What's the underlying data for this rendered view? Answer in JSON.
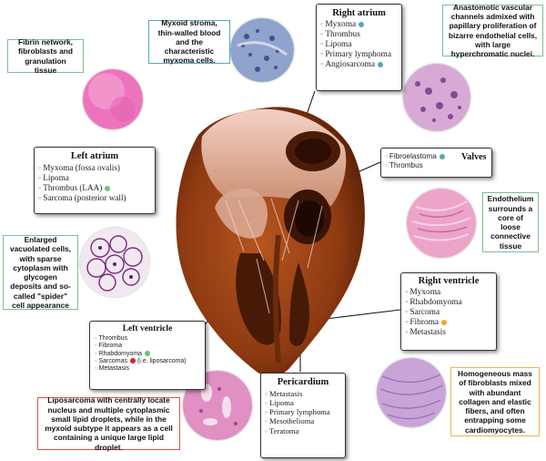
{
  "notes": {
    "fibrin": "Fibrin network, fibroblasts and granulation tissue",
    "myxoid": "Myxoid stroma, thin-walled blood and the characteristic myxoma cells.",
    "anastomotic": "Anastomotic vascular channels admixed with papillary proliferation of bizarre endothelial cells, with large hyperchromatic nuclei.",
    "endothelium": "Endothelium surrounds a core of loose connective tissue",
    "vacuolated": "Enlarged vacuolated cells, with sparse cytoplasm with glycogen deposits and so-called \"spider\" cell appearance",
    "liposarcoma": "Liposarcoma with centrally locate nucleus and multiple cytoplasmic small lipid droplets, while in the myxoid subtype it appears as a cell containing a unique large lipid droplet.",
    "fibroblasts": "Homogeneous mass of fibroblasts mixed with abundant collagen and elastic fibers, and often entrapping some cardiomyocytes."
  },
  "right_atrium": {
    "title": "Right atrium",
    "items": [
      "Myxoma",
      "Thrombus",
      "Lipoma",
      "Primary lymphoma",
      "Angiosarcoma"
    ]
  },
  "left_atrium": {
    "title": "Left atrium",
    "items": [
      "Myxoma (fossa ovalis)",
      "Lipoma",
      "Thrombus (LAA)",
      "Sarcoma (posterior wall)"
    ]
  },
  "valves": {
    "title": "Valves",
    "items": [
      "Fibroelastoma",
      "Thrombus"
    ]
  },
  "right_ventricle": {
    "title": "Right ventricle",
    "items": [
      "Myxoma",
      "Rhabdomyoma",
      "Sarcoma",
      "Fibroma",
      "Metastasis"
    ]
  },
  "left_ventricle": {
    "title": "Left ventricle",
    "items": [
      "Thrombus",
      "Fibroma",
      "Rhabdomyoma",
      "Sarcomas",
      "(i.e. liposarcoma)",
      "Metastasis"
    ]
  },
  "pericardium": {
    "title": "Pericardium",
    "items": [
      "Metastasis",
      "Lipoma",
      "Primary lymphoma",
      "Mesothelioma",
      "Teratoma"
    ]
  },
  "colors": {
    "green_border": "#7cc08a",
    "teal_border": "#57a8b8",
    "red_border": "#d9534f",
    "orange_border": "#e8b84a",
    "dot_teal": "#56aab8",
    "dot_green": "#6cc284",
    "dot_red": "#d02b2b",
    "dot_orange": "#f0a830"
  }
}
